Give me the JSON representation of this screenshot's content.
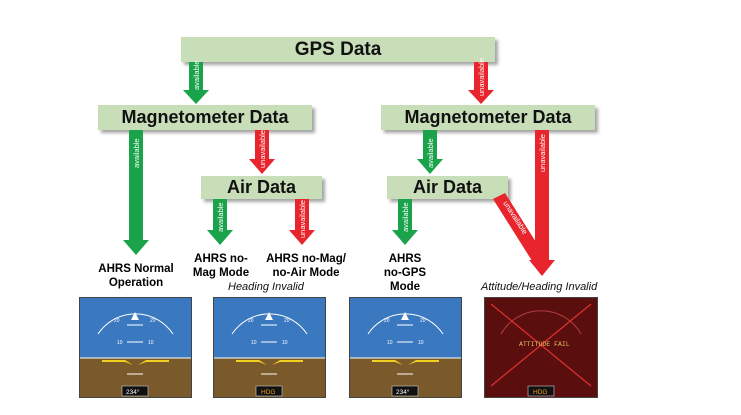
{
  "nodes": {
    "gps": "GPS Data",
    "mag_left": "Magnetometer Data",
    "mag_right": "Magnetometer Data",
    "air_left": "Air Data",
    "air_right": "Air Data"
  },
  "edge_labels": {
    "available": "available",
    "unavailable": "unavailable"
  },
  "modes": {
    "normal": [
      "AHRS Normal",
      "Operation"
    ],
    "no_mag": [
      "AHRS no-",
      "Mag Mode"
    ],
    "no_mag_air": [
      "AHRS no-Mag/",
      "no-Air Mode"
    ],
    "no_gps": [
      "AHRS",
      "no-GPS",
      "Mode"
    ]
  },
  "notes": {
    "heading_invalid": "Heading Invalid",
    "attitude_heading_invalid": "Attitude/Heading Invalid"
  },
  "instruments": {
    "pitch_top": "20",
    "pitch_mid": "10",
    "heading_value": "234°",
    "heading_flag": "HDG",
    "attitude_fail": "ATTITUDE FAIL"
  },
  "colors": {
    "available": "#1aa34a",
    "unavailable": "#e8242c",
    "node_fill": "#c8deb8",
    "sky": "#3a78c0",
    "ground": "#7a5a2a",
    "fail_bg": "#5a0e0e"
  }
}
